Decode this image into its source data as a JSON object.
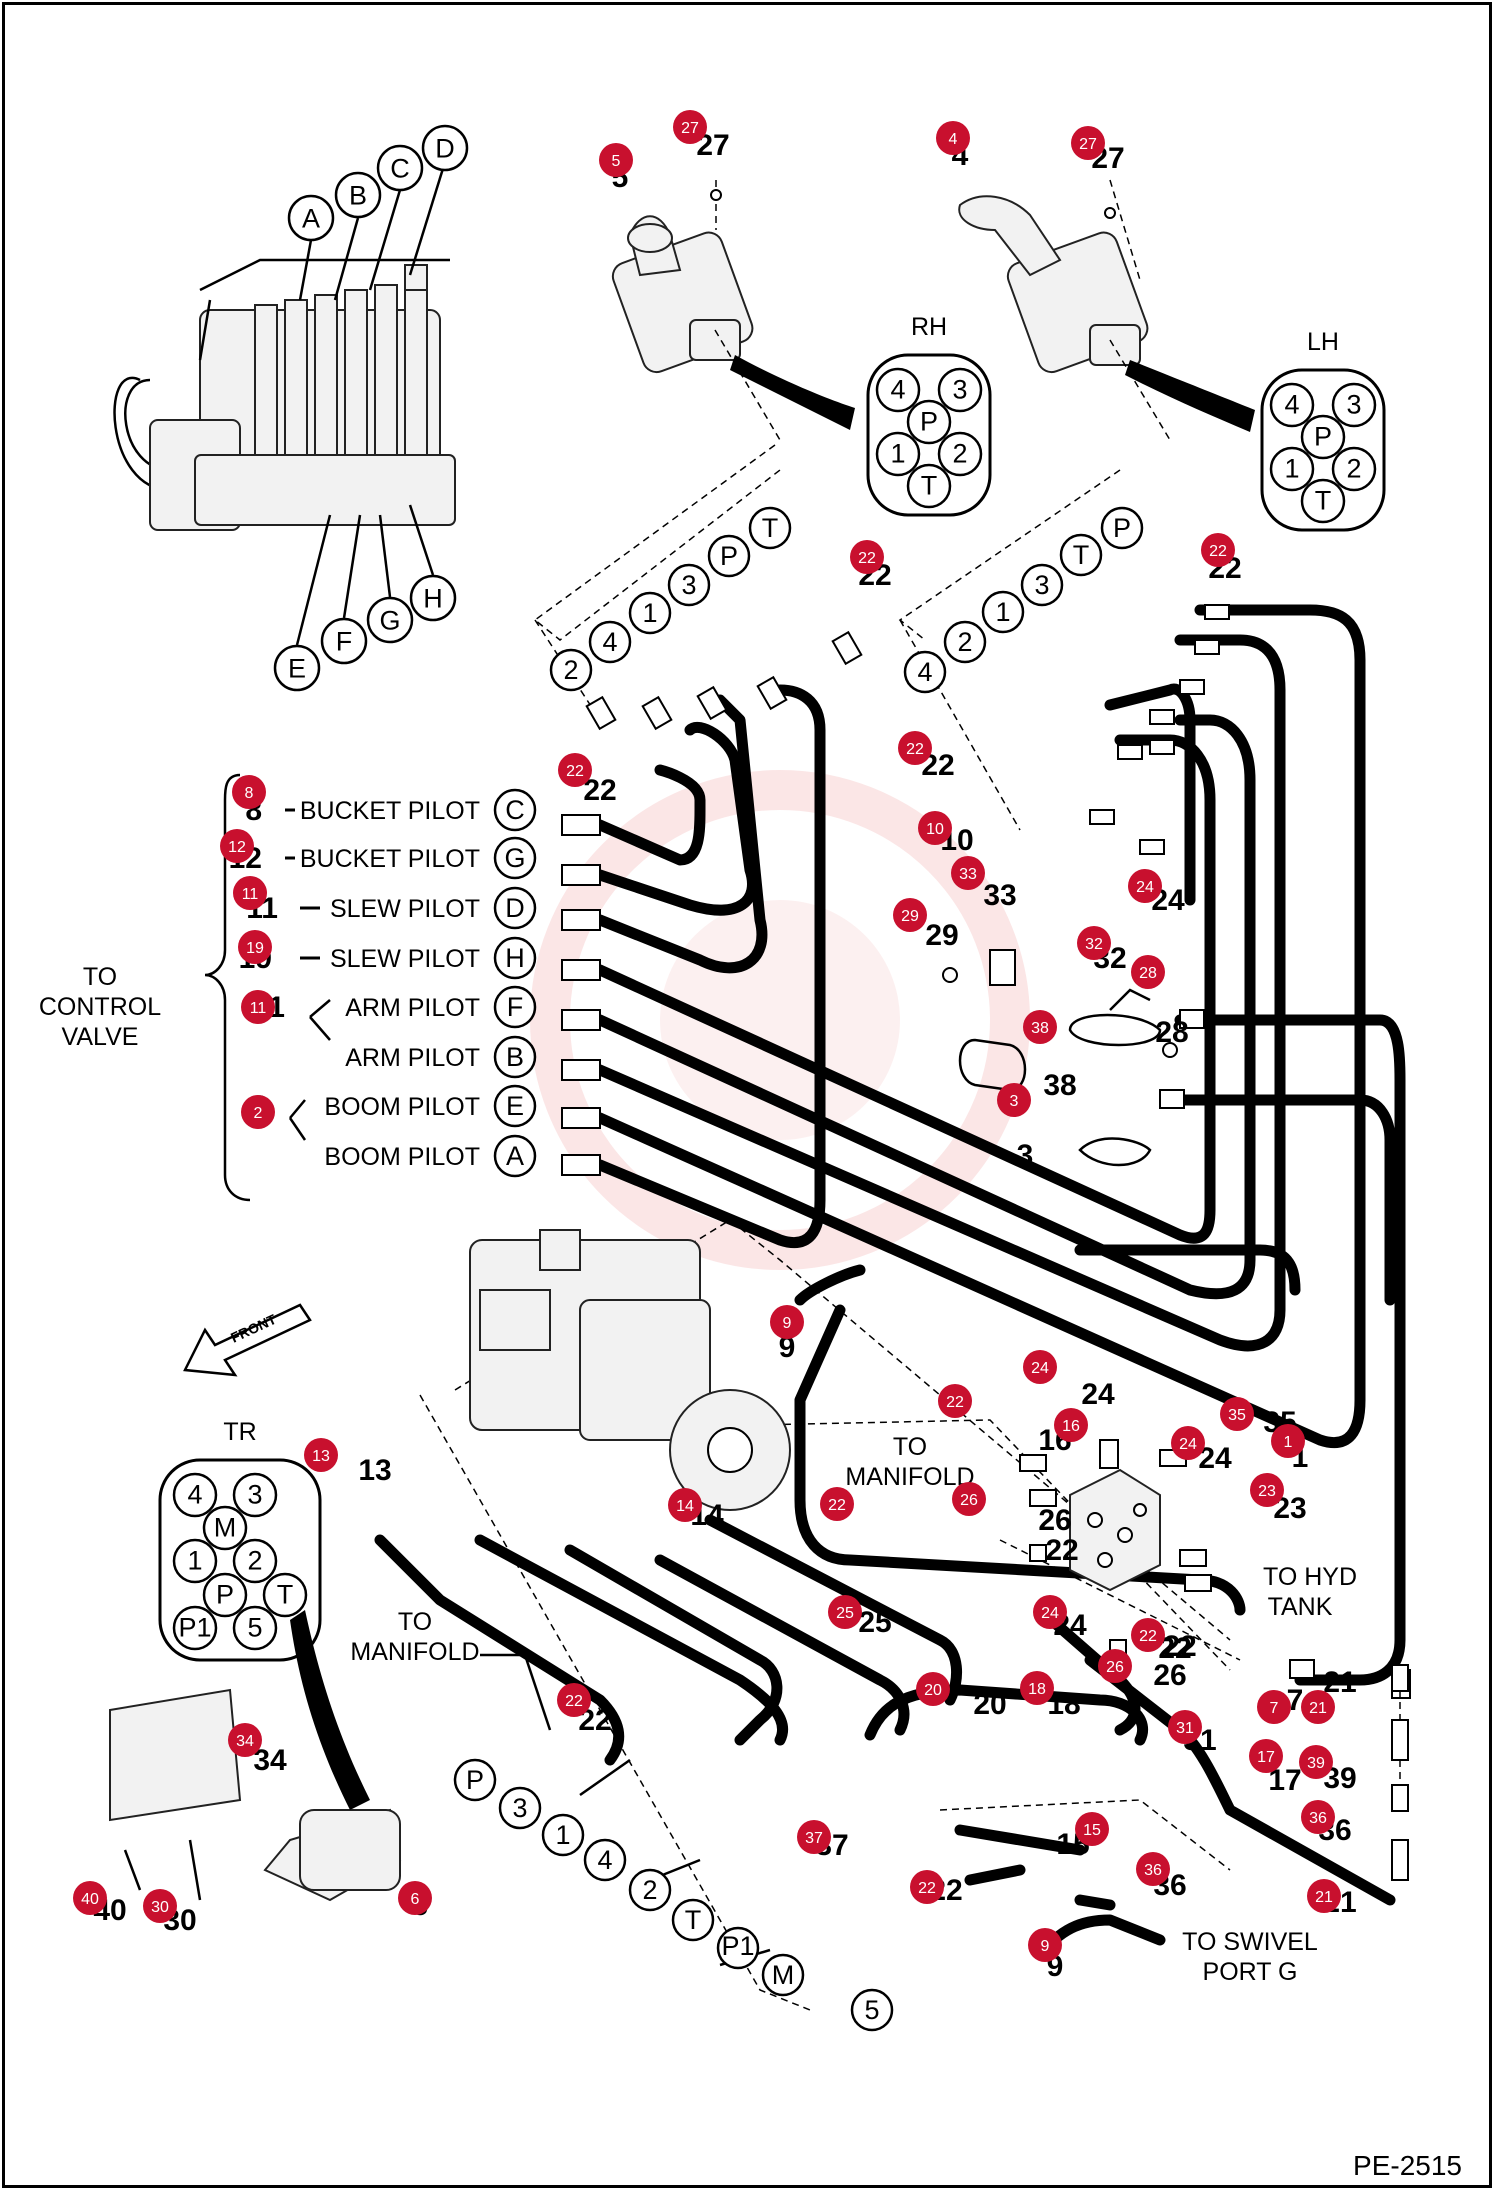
{
  "footer": {
    "drawing_code": "PE-2515"
  },
  "connectors": {
    "rh": {
      "title": "RH",
      "pins": [
        "4",
        "3",
        "P",
        "1",
        "2",
        "T"
      ]
    },
    "lh": {
      "title": "LH",
      "pins": [
        "4",
        "3",
        "P",
        "1",
        "2",
        "T"
      ]
    },
    "tr": {
      "title": "TR",
      "pins": [
        "4",
        "3",
        "M",
        "1",
        "2",
        "P",
        "T",
        "P1",
        "5"
      ]
    }
  },
  "valve_letters": [
    "A",
    "B",
    "C",
    "D",
    "E",
    "F",
    "G",
    "H"
  ],
  "control_valve": {
    "group_label_line1": "TO",
    "group_label_line2": "CONTROL",
    "group_label_line3": "VALVE",
    "rows": [
      {
        "num": "8",
        "text": "BUCKET PILOT",
        "letter": "C"
      },
      {
        "num": "12",
        "text": "BUCKET PILOT",
        "letter": "G"
      },
      {
        "num": "11",
        "text": "SLEW PILOT",
        "letter": "D"
      },
      {
        "num": "19",
        "text": "SLEW PILOT",
        "letter": "H"
      },
      {
        "num": "11",
        "text": "ARM PILOT",
        "letter": "F"
      },
      {
        "num": "",
        "text": "ARM PILOT",
        "letter": "B"
      },
      {
        "num": "2",
        "text": "BOOM PILOT",
        "letter": "E"
      },
      {
        "num": "",
        "text": "BOOM PILOT",
        "letter": "A"
      }
    ]
  },
  "rh_port_labels": [
    "2",
    "4",
    "1",
    "3",
    "P",
    "T"
  ],
  "lh_port_labels": [
    "4",
    "2",
    "1",
    "3",
    "T",
    "P"
  ],
  "tr_port_labels": [
    "P",
    "3",
    "1",
    "4",
    "2",
    "T",
    "P1",
    "M",
    "5"
  ],
  "text_labels": {
    "front": "FRONT",
    "to_manifold_1": "TO",
    "to_manifold_2": "MANIFOLD",
    "to_manifold_b1": "TO",
    "to_manifold_b2": "MANIFOLD",
    "to_hyd_tank_1": "TO HYD",
    "to_hyd_tank_2": "TANK",
    "to_swivel_1": "TO SWIVEL",
    "to_swivel_2": "PORT G"
  },
  "part_numbers": [
    "5",
    "27",
    "4",
    "27",
    "22",
    "22",
    "22",
    "22",
    "10",
    "33",
    "29",
    "24",
    "32",
    "28",
    "38",
    "3",
    "9",
    "24",
    "16",
    "22",
    "26",
    "35",
    "1",
    "23",
    "24",
    "22",
    "25",
    "24",
    "26",
    "20",
    "18",
    "22",
    "31",
    "7",
    "21",
    "17",
    "39",
    "36",
    "21",
    "15",
    "36",
    "13",
    "14",
    "22",
    "37",
    "22",
    "9",
    "34",
    "40",
    "30",
    "6"
  ],
  "callouts": [
    "5",
    "27",
    "4",
    "27",
    "22",
    "22",
    "22",
    "22",
    "8",
    "12",
    "11",
    "19",
    "11",
    "2",
    "10",
    "33",
    "29",
    "24",
    "32",
    "28",
    "38",
    "3",
    "9",
    "24",
    "16",
    "22",
    "26",
    "35",
    "1",
    "23",
    "24",
    "22",
    "25",
    "24",
    "26",
    "20",
    "18",
    "22",
    "31",
    "7",
    "21",
    "17",
    "39",
    "36",
    "21",
    "15",
    "36",
    "13",
    "14",
    "22",
    "37",
    "22",
    "9",
    "34",
    "40",
    "30",
    "6"
  ],
  "colors": {
    "callout": "#c8102e",
    "line": "#000000",
    "watermark": "#f4b8b8"
  }
}
